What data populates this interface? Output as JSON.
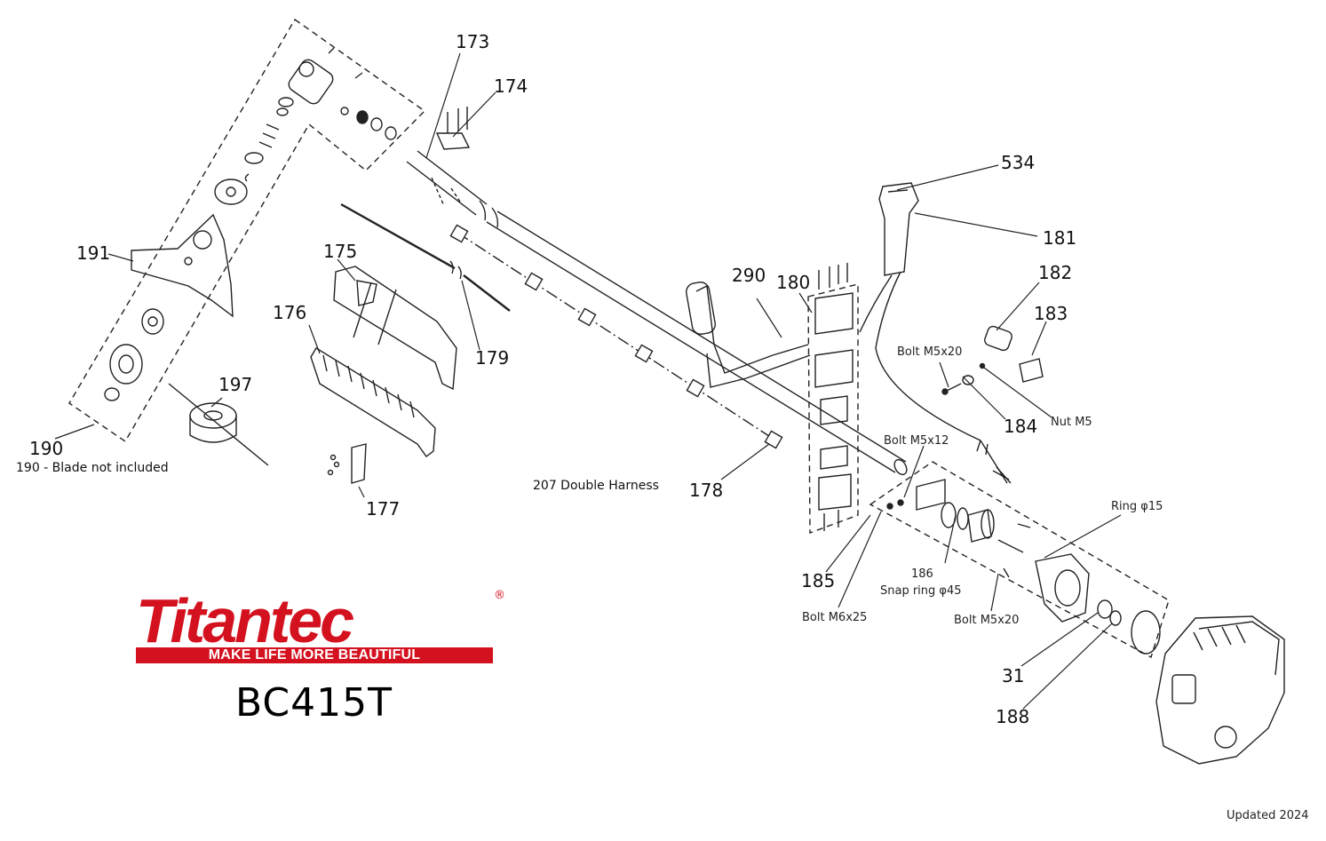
{
  "diagram": {
    "model": "BC415T",
    "updated": "Updated 2024",
    "brand": {
      "name": "Titantec",
      "registered": "®",
      "tagline": "MAKE LIFE MORE BEAUTIFUL",
      "color": "#d4121f"
    },
    "part_numbers": {
      "p173": "173",
      "p174": "174",
      "p534": "534",
      "p181": "181",
      "p182": "182",
      "p183": "183",
      "p191": "191",
      "p175": "175",
      "p176": "176",
      "p179": "179",
      "p290": "290",
      "p180": "180",
      "p184": "184",
      "p197": "197",
      "p190": "190",
      "p177": "177",
      "p178": "178",
      "p185": "185",
      "p186": "186",
      "p31": "31",
      "p188": "188"
    },
    "notes": {
      "blade": "190 - Blade not included",
      "harness": "207 Double Harness",
      "bolt_m5x20_top": "Bolt M5x20",
      "nut_m5": "Nut M5",
      "bolt_m5x12": "Bolt M5x12",
      "ring_15": "Ring φ15",
      "snap_ring": "Snap ring φ45",
      "bolt_m6x25": "Bolt M6x25",
      "bolt_m5x20_bottom": "Bolt M5x20"
    }
  }
}
